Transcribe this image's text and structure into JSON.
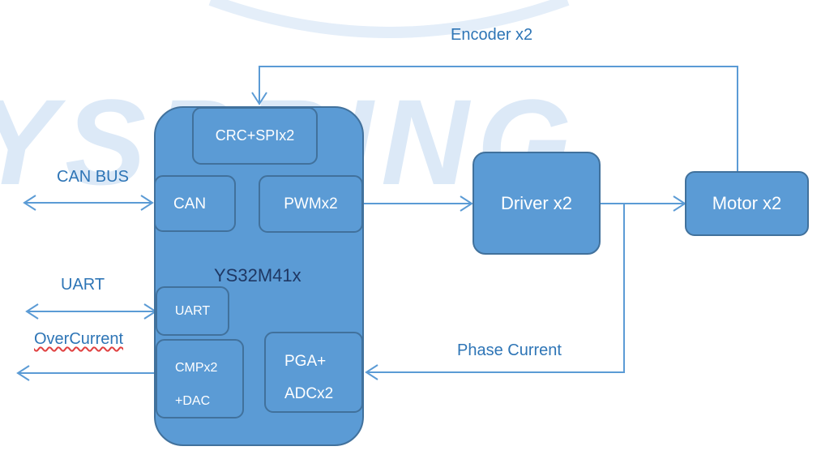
{
  "colors": {
    "box_fill": "#5b9bd5",
    "box_border": "#41719c",
    "arrow": "#5b9bd5",
    "label_text": "#2e75b6",
    "mcu_label": "#1f3864",
    "watermark": "#dce9f7"
  },
  "watermark": {
    "text": "YSPRING"
  },
  "mcu": {
    "label": "YS32M41x",
    "blocks": {
      "crc_spi": "CRC+SPIx2",
      "can": "CAN",
      "pwm": "PWMx2",
      "uart": "UART",
      "cmp_line1": "CMPx2",
      "cmp_line2": "+DAC",
      "pga_line1": "PGA+",
      "pga_line2": "ADCx2"
    }
  },
  "driver": {
    "label": "Driver x2"
  },
  "motor": {
    "label": "Motor x2"
  },
  "signals": {
    "encoder": "Encoder x2",
    "can_bus": "CAN BUS",
    "uart": "UART",
    "overcurrent": "OverCurrent",
    "phase_current": "Phase Current"
  }
}
